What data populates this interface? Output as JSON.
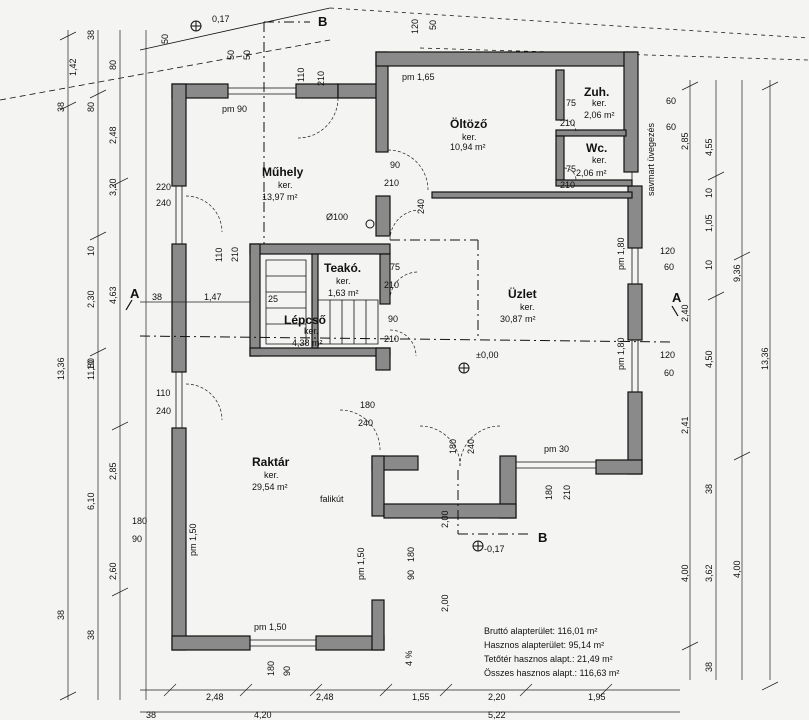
{
  "rooms": {
    "muhely": {
      "name": "Műhely",
      "sub": "ker.",
      "area": "13,97 m²"
    },
    "oltozo": {
      "name": "Öltöző",
      "sub": "ker.",
      "area": "10,94 m²"
    },
    "zuh": {
      "name": "Zuh.",
      "sub": "ker.",
      "area": "2,06 m²"
    },
    "wc": {
      "name": "Wc.",
      "sub": "ker.",
      "area": "2,06 m²"
    },
    "teako": {
      "name": "Teakó.",
      "sub": "ker.",
      "area": "1,63 m²"
    },
    "lepcso": {
      "name": "Lépcső",
      "sub": "ker.",
      "area": "4,38 m²"
    },
    "uzlet": {
      "name": "Üzlet",
      "sub": "ker.",
      "area": "30,87 m²"
    },
    "raktar": {
      "name": "Raktár",
      "sub": "ker.",
      "area": "29,54 m²"
    }
  },
  "section_marks": {
    "a": "A",
    "b": "B"
  },
  "labels": {
    "falikut": "falikút",
    "diam": "Ø100",
    "level_zero": "±0,00",
    "level_top": "0,17",
    "level_bottom": "-0,17",
    "slope": "4 %",
    "savmart": "savmart üvegezés"
  },
  "summary": [
    "Bruttó alapterület: 116,01 m²",
    "Hasznos alapterület: 95,14 m²",
    "Tetőtér hasznos alapt.: 21,49 m²",
    "Összes hasznos alapt.: 116,63 m²"
  ],
  "dims_h": {
    "pm90": "pm 90",
    "pm165": "pm 1,65",
    "pm30": "pm 30",
    "pm150b": "pm 1,50",
    "d38": "38",
    "d147": "1,47",
    "d25": "25",
    "d248a": "2,48",
    "d248b": "2,48",
    "d155": "1,55",
    "d220": "2,20",
    "d195": "1,95",
    "d420": "4,20",
    "d522": "5,22",
    "d38b": "38",
    "d180a": "180",
    "d90a": "90",
    "d180b": "180",
    "d90b": "90",
    "d220b": "220",
    "d240a": "240",
    "d110": "110",
    "d240b": "240",
    "d180c": "180",
    "d240c": "240",
    "d75a": "75",
    "d210a": "210",
    "d75b": "75",
    "d210b": "210",
    "d90c": "90",
    "d210c": "210",
    "d75c": "75",
    "d210d": "210",
    "d90d": "90",
    "d210e": "210",
    "d60a": "60",
    "d60b": "60",
    "d120a": "120",
    "d60c": "60",
    "d120b": "120",
    "d60d": "60",
    "d50a": "50",
    "d50b": "50",
    "d120c": "120",
    "d50c": "50",
    "d110b": "110",
    "d210f": "210",
    "d50d": "50",
    "d240d": "240",
    "d110c": "110",
    "d210g": "210"
  },
  "dims_v": {
    "l1336": "13,36",
    "l1180": "11,80",
    "l38a": "38",
    "l142": "1,42",
    "l80": "80",
    "l248": "2,48",
    "l320": "3,20",
    "l10a": "10",
    "l230": "2,30",
    "l463": "4,63",
    "l10b": "10",
    "l285": "2,85",
    "l610": "6,10",
    "l260": "2,60",
    "l38b": "38",
    "l38c": "38",
    "l38d": "38",
    "l80b": "80",
    "r285": "2,85",
    "r455": "4,55",
    "r10a": "10",
    "r105": "1,05",
    "r10b": "10",
    "r936": "9,36",
    "r240": "2,40",
    "r450": "4,50",
    "r1336": "13,36",
    "r241": "2,41",
    "r38a": "38",
    "r400": "4,00",
    "r362": "3,62",
    "r400b": "4,00",
    "r38b": "38",
    "pm150": "pm 1,50",
    "pm150c": "pm 1,50",
    "pm180a": "pm 1,80",
    "pm180b": "pm 1,80",
    "c200a": "2,00",
    "c200b": "2,00",
    "c180": "180",
    "c210": "210",
    "c180b": "180",
    "c90": "90",
    "c180c": "180",
    "c240": "240"
  }
}
